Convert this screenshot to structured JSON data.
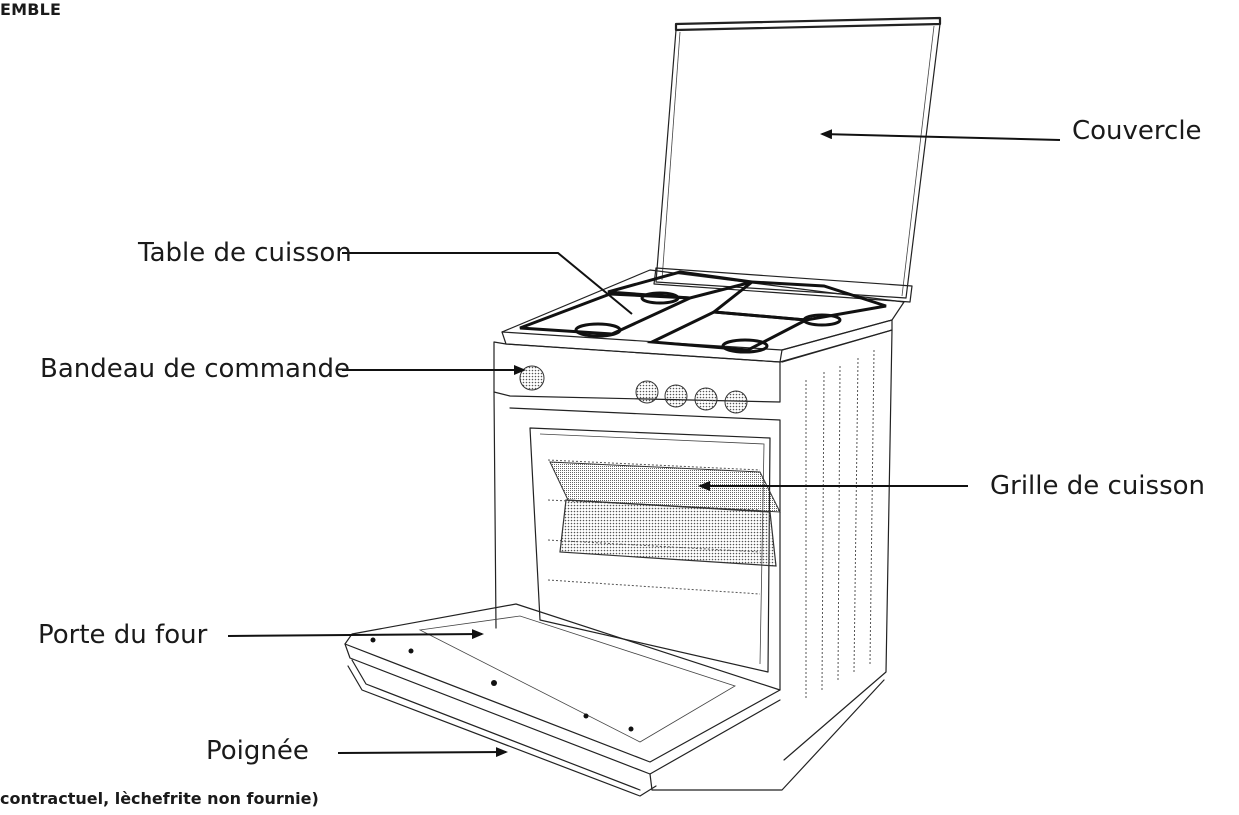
{
  "heading": "EMBLE",
  "caption": "contractuel, lèchefrite non fournie)",
  "labels": {
    "couvercle": "Couvercle",
    "table": "Table de cuisson",
    "bandeau": "Bandeau de commande",
    "grille": "Grille de cuisson",
    "porte": "Porte du four",
    "poignee": "Poignée"
  }
}
